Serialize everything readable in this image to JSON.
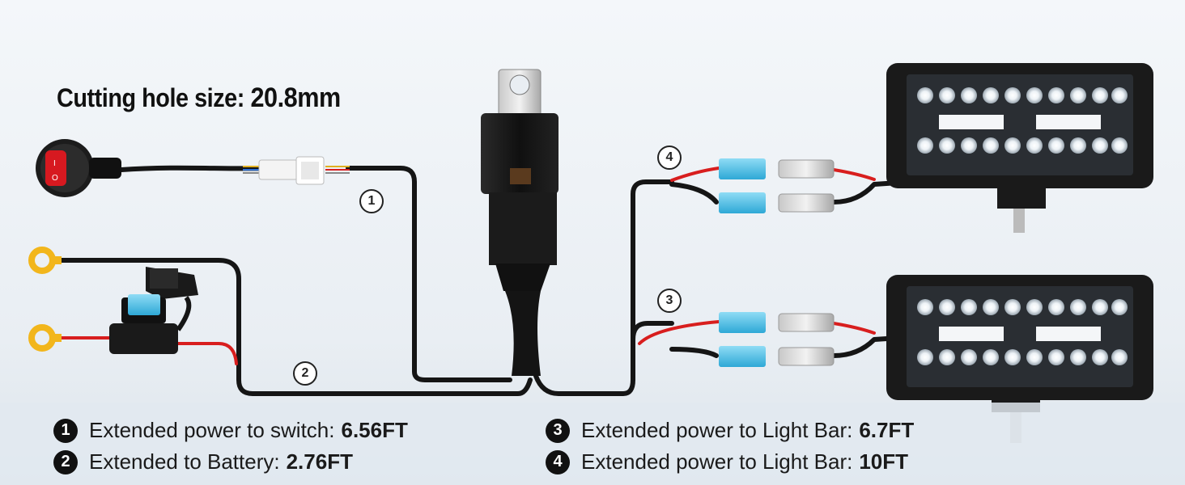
{
  "title": {
    "label": "Cutting hole size:",
    "value": "20.8mm"
  },
  "wire_labels": [
    "1",
    "2",
    "3",
    "4"
  ],
  "legend": [
    {
      "num": "1",
      "text": "Extended power to switch:",
      "value": "6.56FT"
    },
    {
      "num": "2",
      "text": "Extended to Battery:",
      "value": "2.76FT"
    },
    {
      "num": "3",
      "text": "Extended power to Light Bar:",
      "value": "6.7FT"
    },
    {
      "num": "4",
      "text": "Extended power to Light Bar:",
      "value": "10FT"
    }
  ],
  "colors": {
    "wire_black": "#151515",
    "wire_red": "#d81e1e",
    "terminal_blue": "#4fc3e8",
    "ring_yellow": "#f2b61c",
    "switch_red": "#d71920"
  }
}
